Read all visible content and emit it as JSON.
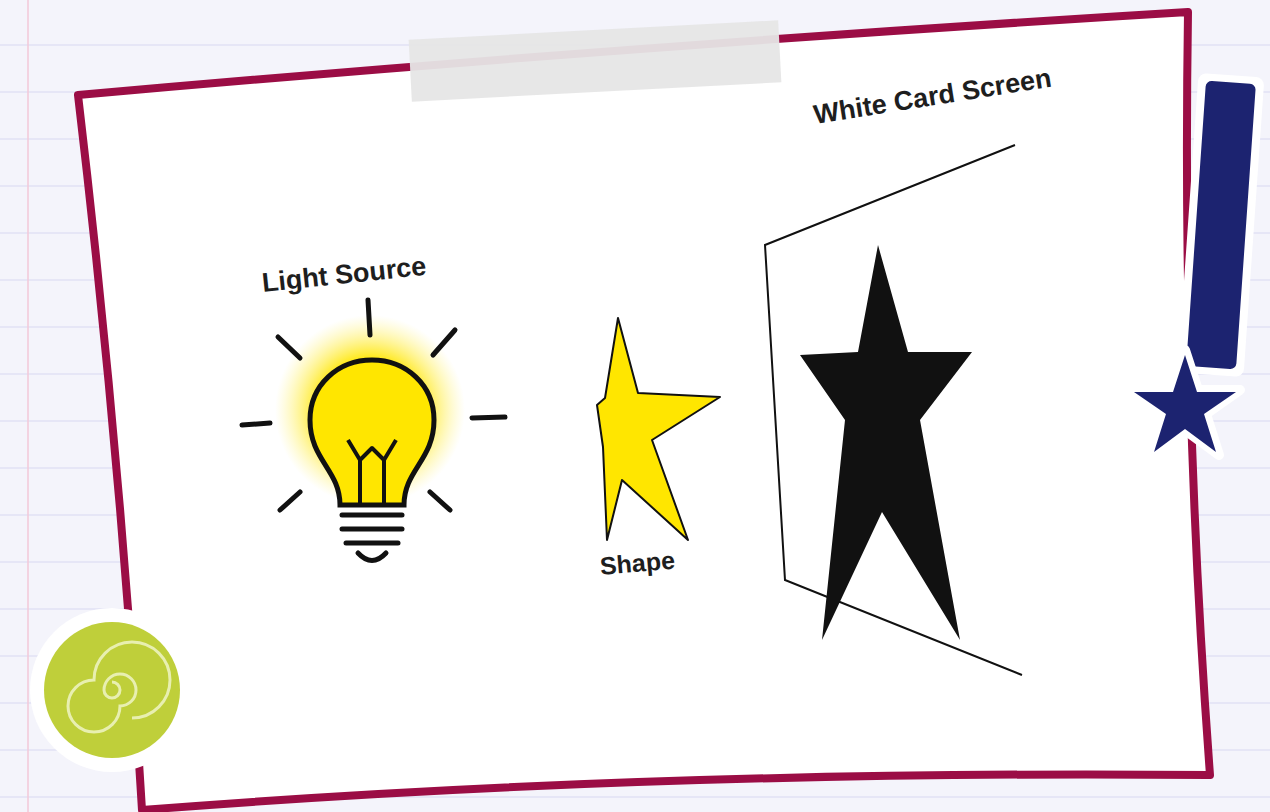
{
  "diagram": {
    "labels": [
      "Light Source",
      "Shape",
      "White Card Screen"
    ]
  }
}
